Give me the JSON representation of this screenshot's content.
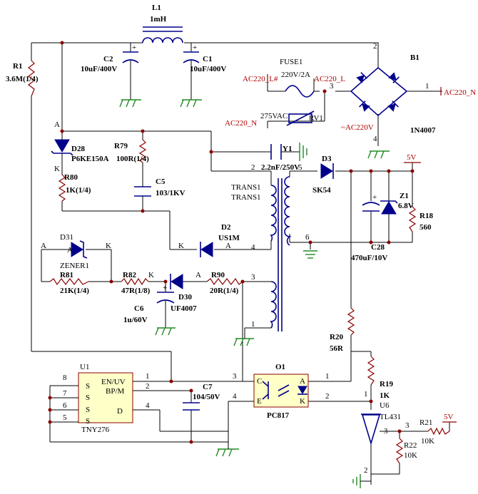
{
  "components": {
    "L1": {
      "ref": "L1",
      "value": "1mH"
    },
    "R1": {
      "ref": "R1",
      "value": "3.6M(1/4)"
    },
    "C2": {
      "ref": "C2",
      "value": "10uF/400V"
    },
    "C1": {
      "ref": "C1",
      "value": "10uF/400V"
    },
    "FUSE1": {
      "ref": "FUSE1",
      "value": "220V/2A"
    },
    "B1": {
      "ref": "B1",
      "value": "1N4007"
    },
    "RV1": {
      "ref": "RV1",
      "value": "275VAC"
    },
    "D28": {
      "ref": "D28",
      "value": "P6KE150A"
    },
    "R79": {
      "ref": "R79",
      "value": "100R(1/4)"
    },
    "R80": {
      "ref": "R80",
      "value": "1K(1/4)"
    },
    "C5": {
      "ref": "C5",
      "value": "103/1KV"
    },
    "Y1": {
      "ref": "Y1",
      "value": "2.2nF/250V"
    },
    "D3": {
      "ref": "D3",
      "value": "SK54"
    },
    "TRANS1": {
      "ref": "TRANS1",
      "value": "TRANS1"
    },
    "Z1": {
      "ref": "Z1",
      "value": "6.8V"
    },
    "R18": {
      "ref": "R18",
      "value": "560"
    },
    "C28": {
      "ref": "C28",
      "value": "470uF/10V"
    },
    "D2": {
      "ref": "D2",
      "value": "US1M"
    },
    "D31": {
      "ref": "D31",
      "value": "ZENER1"
    },
    "R81": {
      "ref": "R81",
      "value": "21K(1/4)"
    },
    "R82": {
      "ref": "R82",
      "value": "47R(1/8)"
    },
    "D30": {
      "ref": "D30",
      "value": "UF4007"
    },
    "R90": {
      "ref": "R90",
      "value": "20R(1/4)"
    },
    "C6": {
      "ref": "C6",
      "value": "1u/60V"
    },
    "R20": {
      "ref": "R20",
      "value": "56R"
    },
    "R19": {
      "ref": "R19",
      "value": "1K"
    },
    "U1": {
      "ref": "U1",
      "value": "TNY276"
    },
    "C7": {
      "ref": "C7",
      "value": "104/50V"
    },
    "O1": {
      "ref": "O1",
      "value": "PC817"
    },
    "U6": {
      "ref": "U6",
      "value": "TL431"
    },
    "R21": {
      "ref": "R21",
      "value": "10K"
    },
    "R22": {
      "ref": "R22",
      "value": "10K"
    }
  },
  "nets": {
    "ac_l_hash": "AC220_L#",
    "ac_l": "AC220_L",
    "ac_n_left": "AC220_N",
    "ac_n_right": "AC220_N",
    "ac_tilde": "~AC220V",
    "v5_top": "5V",
    "v5_bottom": "5V"
  },
  "u1_pins": {
    "left": [
      "S",
      "S",
      "S",
      "S"
    ],
    "right": [
      "EN/UV",
      "BP/M",
      "D"
    ],
    "left_nums": [
      "8",
      "7",
      "6",
      "5"
    ],
    "right_nums": [
      "1",
      "2",
      "4"
    ]
  },
  "o1_pins": {
    "c": "C",
    "e": "E",
    "a": "A",
    "k": "K"
  },
  "pin_labels": {
    "A": "A",
    "K": "K",
    "n1": "1",
    "n2": "2",
    "n3": "3",
    "n4": "4",
    "n5": "5",
    "n6": "6"
  },
  "colors": {
    "wire": "#000000",
    "symbol": "#00008b",
    "ground": "#228b22",
    "resistor": "#8b0000",
    "net": "#b00000"
  }
}
